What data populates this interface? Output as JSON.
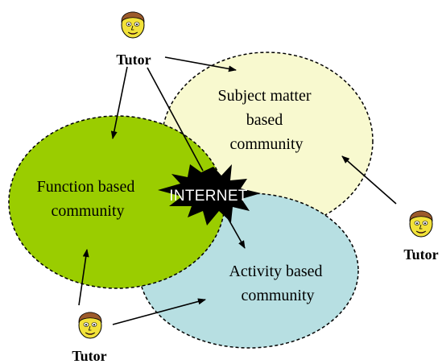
{
  "diagram": {
    "communities": {
      "subject": {
        "lines": [
          "Subject matter",
          "based",
          "community"
        ],
        "color": "#f8f9cf"
      },
      "function": {
        "lines": [
          "Function based",
          "community"
        ],
        "color": "#9acd00"
      },
      "activity": {
        "lines": [
          "Activity based",
          "community"
        ],
        "color": "#b7dfe2"
      }
    },
    "hub": {
      "label": "INTERNET",
      "color": "#000000"
    },
    "tutors": {
      "top": {
        "label": "Tutor",
        "icon": "face-icon"
      },
      "right": {
        "label": "Tutor",
        "icon": "face-icon"
      },
      "bottom_left": {
        "label": "Tutor",
        "icon": "face-icon"
      }
    },
    "face_colors": {
      "skin": "#f2e23a",
      "hair": "#9c5a2a",
      "mouth": "#e23a3a"
    }
  }
}
